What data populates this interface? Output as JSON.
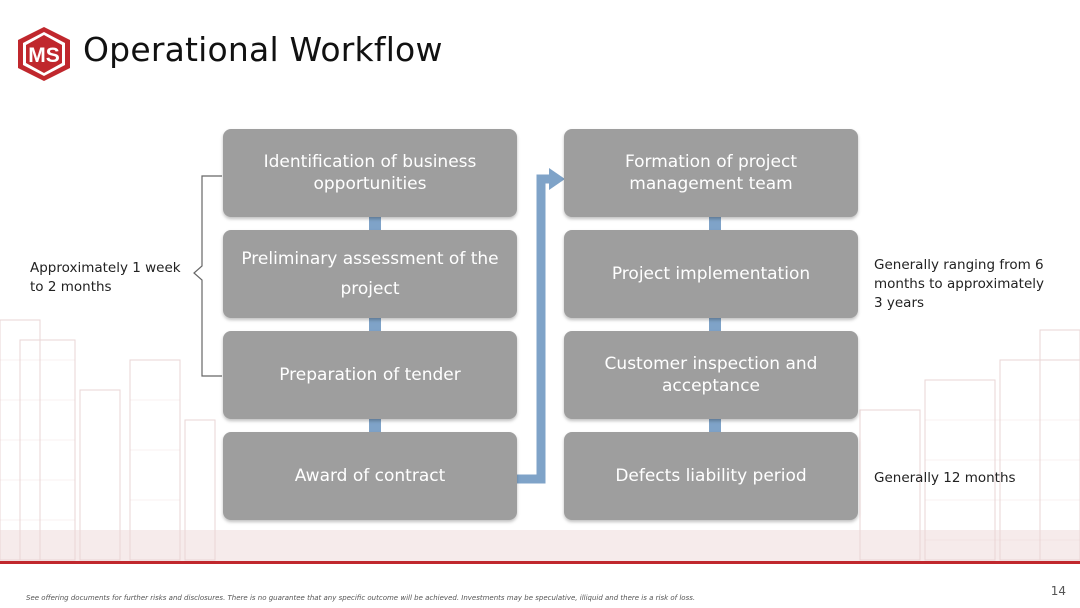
{
  "header": {
    "logo_text": "MS",
    "title": "Operational Workflow"
  },
  "left_column": [
    {
      "label": "Identification of business opportunities"
    },
    {
      "label": "Preliminary assessment of the project"
    },
    {
      "label": "Preparation of tender"
    },
    {
      "label": "Award of contract"
    }
  ],
  "right_column": [
    {
      "label": "Formation of project management team"
    },
    {
      "label": "Project implementation"
    },
    {
      "label": "Customer inspection and acceptance"
    },
    {
      "label": "Defects liability period"
    }
  ],
  "notes": {
    "left_duration": "Approximately 1 week to 2 months",
    "implementation_duration": "Generally ranging from 6 months to approximately 3 years",
    "defects_duration": "Generally 12 months"
  },
  "footer": {
    "disclaimer": "See offering documents for further risks and disclosures. There is no guarantee that any specific outcome will be achieved. Investments may be speculative, illiquid and there is a risk of loss.",
    "page_number": "14"
  },
  "colors": {
    "box_fill": "#9e9e9e",
    "connector": "#7fa3c8",
    "brand_red": "#c0272d"
  }
}
